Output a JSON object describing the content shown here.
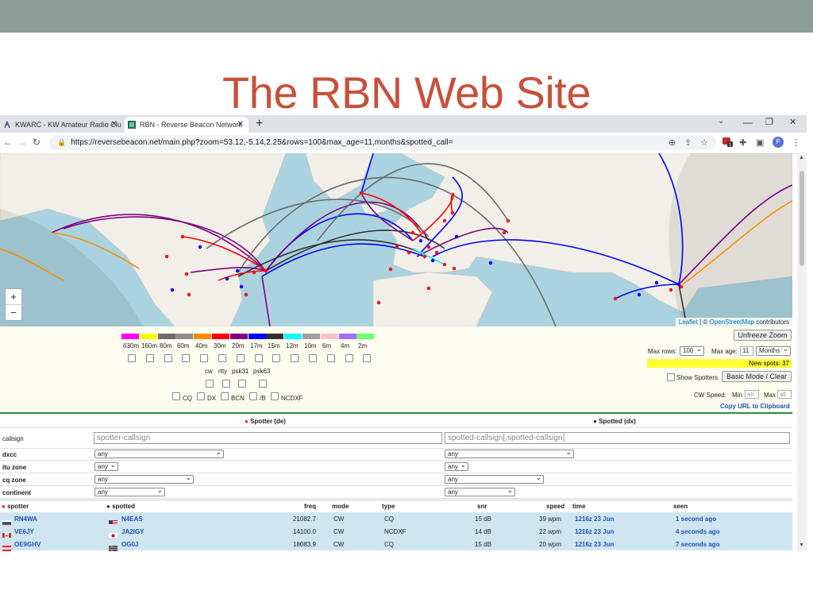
{
  "slide": {
    "title": "The RBN Web Site"
  },
  "browser": {
    "tabs": [
      {
        "label": "KWARC - KW Amateur Radio Clu"
      },
      {
        "label": "RBN - Reverse Beacon Network"
      }
    ],
    "url": "https://reversebeacon.net/main.php?zoom=53.12,-5.14,2.25&rows=100&max_age=11,months&spotted_call=",
    "profile_initial": "P",
    "extension_badge": "1"
  },
  "map": {
    "attribution_leaflet": "Leaflet",
    "attribution_sep": " | © ",
    "attribution_osm": "OpenStreetMap",
    "attribution_tail": " contributors",
    "zoom_in": "+",
    "zoom_out": "−"
  },
  "controls": {
    "bands": [
      {
        "label": "630m",
        "color": "#ff00ff"
      },
      {
        "label": "160m",
        "color": "#ffff00"
      },
      {
        "label": "80m",
        "color": "#6b6b6b"
      },
      {
        "label": "60m",
        "color": "#8c8c8c"
      },
      {
        "label": "40m",
        "color": "#ff8c00"
      },
      {
        "label": "30m",
        "color": "#ff0000"
      },
      {
        "label": "20m",
        "color": "#800080"
      },
      {
        "label": "17m",
        "color": "#0000ff"
      },
      {
        "label": "15m",
        "color": "#303030"
      },
      {
        "label": "12m",
        "color": "#00ffff"
      },
      {
        "label": "10m",
        "color": "#a0a0a0"
      },
      {
        "label": "6m",
        "color": "#ffc0cb"
      },
      {
        "label": "4m",
        "color": "#a070ff"
      },
      {
        "label": "2m",
        "color": "#70ff70"
      }
    ],
    "modes": [
      "cw",
      "rtty",
      "psk31",
      "psk63"
    ],
    "types": [
      "CQ",
      "DX",
      "BCN",
      "/B",
      "NCDXF"
    ],
    "unfreeze": "Unfreeze Zoom",
    "max_rows_label": "Max rows:",
    "max_rows_value": "100",
    "max_age_label": "Max age:",
    "max_age_value": "11",
    "max_age_unit": "Months",
    "new_spots": "New spots: 37",
    "show_spotters": "Show Spotters",
    "mode_button": "Basic Mode / Clear",
    "cw_speed_label": "CW Speed:",
    "cw_min_label": "Min",
    "cw_min_placeholder": "all",
    "cw_max_label": "Max",
    "cw_max_placeholder": "all",
    "copy_url": "Copy URL to Clipboard"
  },
  "filters": {
    "spotter_header": "Spotter (de)",
    "spotted_header": "Spotted (dx)",
    "rows": [
      {
        "label": "callsign",
        "left": "spotter-callsign",
        "right": "spotted-callsign[,spotted-callsign]"
      },
      {
        "label": "dxcc",
        "left": "any",
        "right": "any"
      },
      {
        "label": "itu zone",
        "left": "any",
        "right": "any"
      },
      {
        "label": "cq zone",
        "left": "any",
        "right": "any"
      },
      {
        "label": "continent",
        "left": "any",
        "right": "any"
      }
    ]
  },
  "results": {
    "headers": [
      "spotter",
      "spotted",
      "freq",
      "mode",
      "type",
      "snr",
      "speed",
      "time",
      "seen"
    ],
    "rows": [
      {
        "spotter": "RN4WA",
        "spotted": "N4EAS",
        "freq": "21082.7",
        "mode": "CW",
        "type": "CQ",
        "snr": "15 dB",
        "speed": "39 wpm",
        "time": "1216z 23 Jun",
        "seen": "1 second ago"
      },
      {
        "spotter": "VE6JY",
        "spotted": "JA2IGY",
        "freq": "14100.0",
        "mode": "CW",
        "type": "NCDXF",
        "snr": "14 dB",
        "speed": "22 wpm",
        "time": "1216z 23 Jun",
        "seen": "4 seconds ago"
      },
      {
        "spotter": "OE9GHV",
        "spotted": "OG0J",
        "freq": "18083.9",
        "mode": "CW",
        "type": "CQ",
        "snr": "15 dB",
        "speed": "20 wpm",
        "time": "1216z 23 Jun",
        "seen": "7 seconds ago"
      }
    ]
  }
}
